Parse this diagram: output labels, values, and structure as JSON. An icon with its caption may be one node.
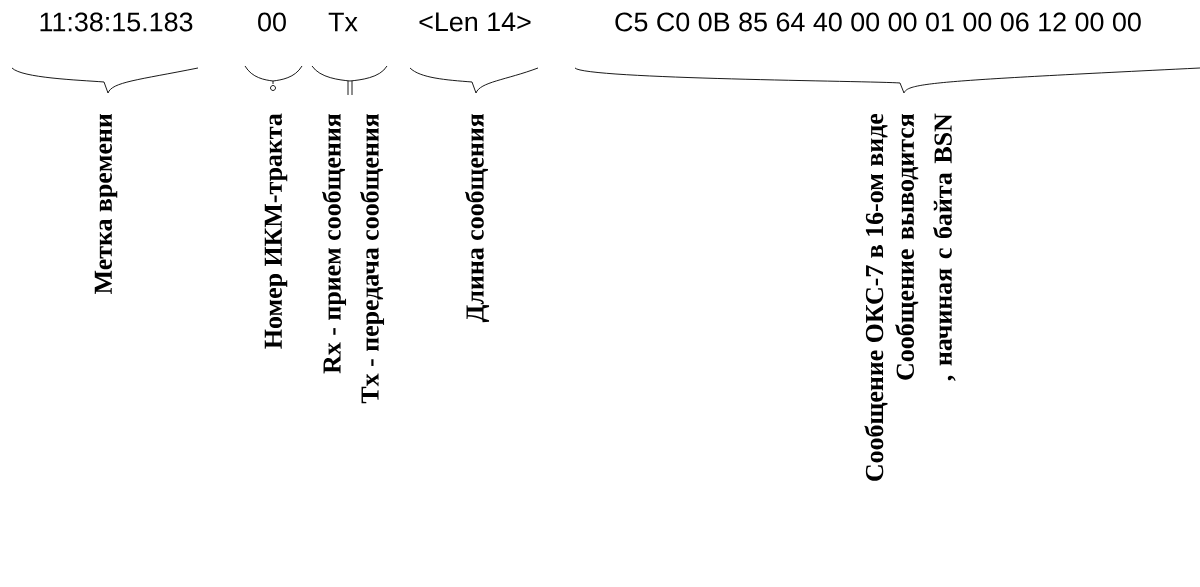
{
  "diagram": {
    "labels": [
      "11:38:15.183",
      "00",
      "Tx",
      "<Len 14>",
      "C5 C0 0B 85 64 40 00 00 01 00 06 12 00 00",
      "Метка времени",
      "Номер ИКМ-тракта",
      "Rx - прием сообщения",
      "Tx - передача сообщения",
      "Длина сообщения",
      "Сообщение ОКС-7 в 16-ом виде",
      "Сообщение выводится , начиная с байта BSN"
    ]
  }
}
